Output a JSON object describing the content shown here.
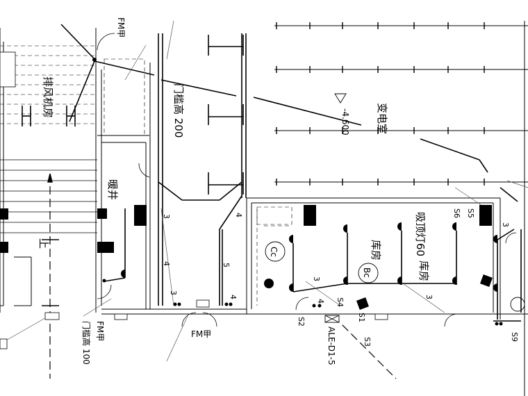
{
  "labels": {
    "fm_jia_top": "FM甲",
    "exhaust_fan_room": "排风机房",
    "sill_200": "门槛高 200",
    "elevation": "-4.600",
    "substation": "变电室",
    "heating": "暖井",
    "suction_light": "吸顶灯60",
    "storage_room_1": "库房",
    "storage_room_2": "库房",
    "cc": "Cc",
    "bc": "Bc",
    "fm_jia_bottom": "FM甲",
    "sill_100": "门槛高 100",
    "fm_jia_mid": "FM甲",
    "ale_panel": "ALE-D1-5",
    "up": "上"
  },
  "circuit_labels": [
    "3",
    "4",
    "4",
    "5",
    "3",
    "4",
    "3",
    "4",
    "3",
    "3"
  ],
  "switch_labels": [
    "S1",
    "S2",
    "S3",
    "S4",
    "S5",
    "S6",
    "S9"
  ],
  "colors": {
    "line": "#000000",
    "background": "#ffffff",
    "dim_line": "#555555"
  }
}
